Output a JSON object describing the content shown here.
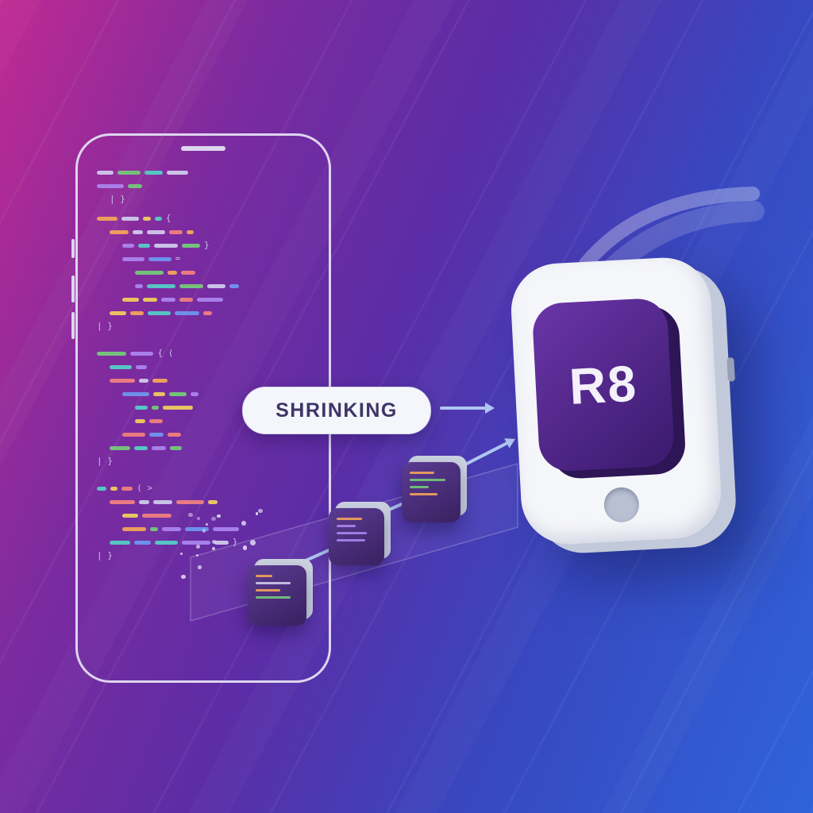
{
  "labels": {
    "shrinking": "SHRINKING",
    "r8": "R8"
  },
  "palette": {
    "background": [
      "#c02a92",
      "#5b2da6",
      "#2f63da"
    ],
    "phone_stroke": "#ddd5f0",
    "pill_bg": "#f5f6fc",
    "pill_text": "#3d3666",
    "arrow": "#aec6f1",
    "device_face": "#f5f6fa",
    "device_side": "#c2c9da",
    "icon_face_top": "#6b35a8",
    "icon_face_bottom": "#3a1a6d",
    "icon_side": "#2d1556",
    "icon_text": "#f4f1fb",
    "home_button": "#b9c0d2",
    "dot": "#e8e4f6"
  },
  "code_palette": [
    "#f2a35c",
    "#74c97a",
    "#54cdc5",
    "#ef8080",
    "#eecb5f",
    "#ab84ee",
    "#cfc9ea",
    "#6f96ee"
  ],
  "mini_code_palette": [
    "#54cdc5",
    "#cfc9ea",
    "#ab84ee",
    "#74c97a",
    "#f2a35c"
  ],
  "icons": {
    "arrow_right": "css-triangle-arrow",
    "arrow_up_right": "css-triangle-arrow-rotated",
    "motion_swoosh": "svg-arc",
    "home_button": "circle",
    "code_cube": "3d-rounded-square"
  }
}
